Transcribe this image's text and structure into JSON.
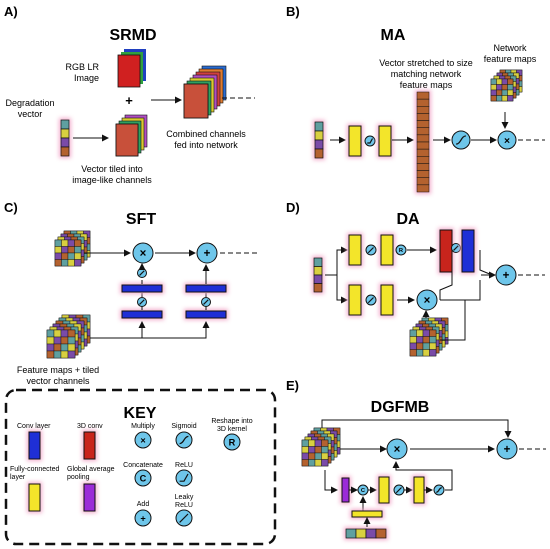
{
  "panels": {
    "a": {
      "letter": "A)",
      "title": "SRMD",
      "rgb_label_1": "RGB LR",
      "rgb_label_2": "Image",
      "degradation_1": "Degradation",
      "degradation_2": "vector",
      "tiled_1": "Vector tiled into",
      "tiled_2": "image-like channels",
      "combined_1": "Combined channels",
      "combined_2": "fed into network",
      "plus": "+"
    },
    "b": {
      "letter": "B)",
      "title": "MA",
      "stretched_1": "Vector stretched to size",
      "stretched_2": "matching network",
      "stretched_3": "feature maps",
      "fmaps_1": "Network",
      "fmaps_2": "feature maps"
    },
    "c": {
      "letter": "C)",
      "title": "SFT",
      "fm_1": "Feature maps + tiled",
      "fm_2": "vector channels"
    },
    "d": {
      "letter": "D)",
      "title": "DA"
    },
    "e": {
      "letter": "E)",
      "title": "DGFMB"
    }
  },
  "key": {
    "title": "KEY",
    "items": [
      {
        "id": "conv",
        "label_1": "Conv layer",
        "label_2": ""
      },
      {
        "id": "conv3d",
        "label_1": "3D conv",
        "label_2": ""
      },
      {
        "id": "fc",
        "label_1": "Fully-connected",
        "label_2": "layer"
      },
      {
        "id": "gap",
        "label_1": "Global average",
        "label_2": "pooling"
      },
      {
        "id": "multiply",
        "label_1": "Multiply",
        "label_2": ""
      },
      {
        "id": "concat",
        "label_1": "Concatenate",
        "label_2": ""
      },
      {
        "id": "add",
        "label_1": "Add",
        "label_2": ""
      },
      {
        "id": "sigmoid",
        "label_1": "Sigmoid",
        "label_2": ""
      },
      {
        "id": "relu",
        "label_1": "ReLU",
        "label_2": ""
      },
      {
        "id": "leaky",
        "label_1": "Leaky",
        "label_2": "ReLU"
      },
      {
        "id": "reshape",
        "label_1": "Reshape into",
        "label_2": "3D kernel"
      }
    ]
  },
  "symbols": {
    "multiply": "×",
    "add": "+",
    "concat": "C",
    "reshape": "R",
    "dashes": "- - - -"
  },
  "colors": {
    "conv_blue": "#1f2fd6",
    "conv3d_red": "#c8241c",
    "fc_yellow": "#f3e52a",
    "gap_purple": "#9b2bd8",
    "op_circle": "#6ec6ea",
    "vector_brown": "#b4622f",
    "grid_teal": "#5fa0a0",
    "grid_yellow": "#d8d040",
    "grid_purple": "#7a4ba8",
    "grid_brown": "#b4622f",
    "glow_pink": "#f2a6c8"
  }
}
